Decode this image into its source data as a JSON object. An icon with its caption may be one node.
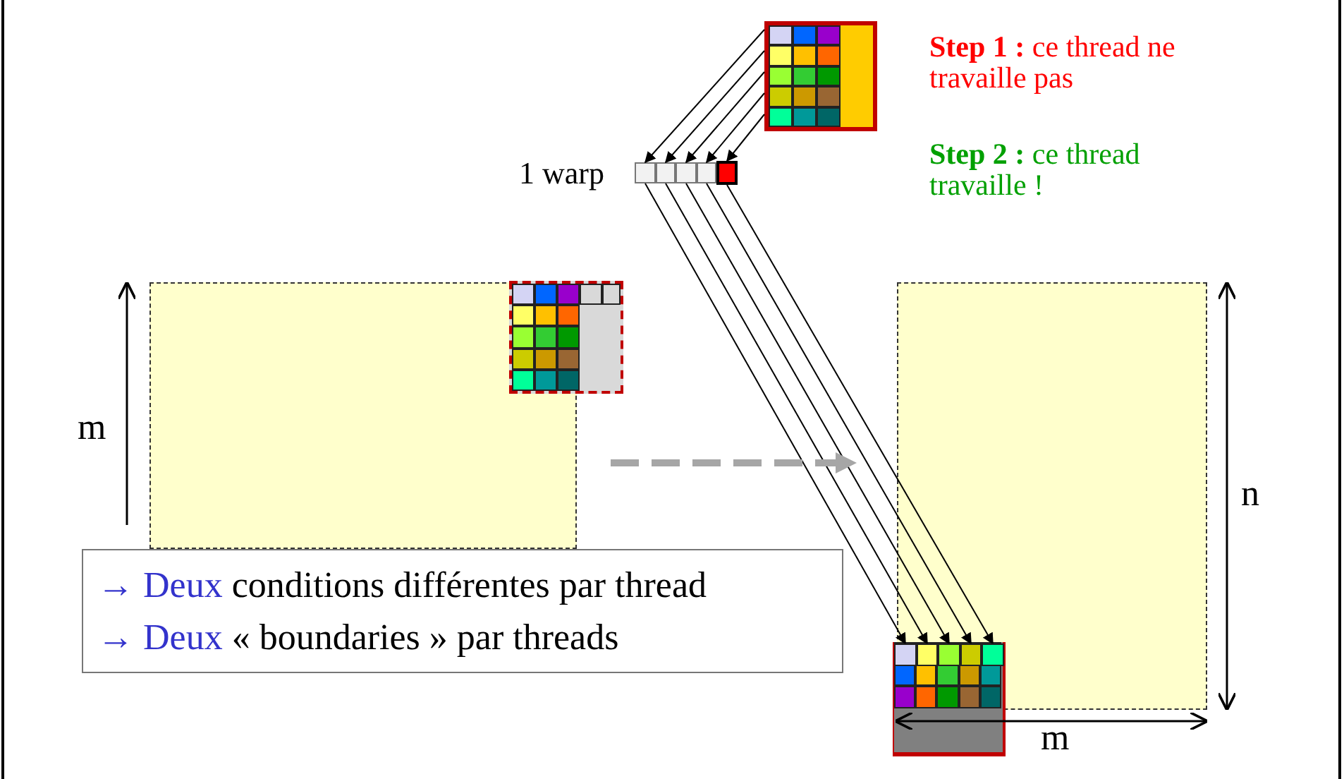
{
  "diagram": {
    "nodes": [
      {
        "text": [],
        "shape": "box"
      },
      {
        "text": [],
        "shape": "box"
      },
      {
        "text": [],
        "shape": "box"
      },
      {
        "text": [],
        "shape": "box"
      },
      {
        "text": [],
        "shape": "box"
      },
      {
        "text": [],
        "shape": "box"
      },
      {
        "text": [],
        "shape": "box"
      },
      {
        "text": [],
        "shape": "box"
      },
      {
        "text": [],
        "shape": "box"
      },
      {
        "text": [],
        "shape": "box",
        "in": 7
      },
      {
        "text": [],
        "shape": "box",
        "in": 7
      },
      {
        "text": [],
        "shape": "box",
        "in": 7
      },
      {
        "text": [],
        "shape": "box",
        "in": 7
      },
      {
        "text": [
          "→ Deux conditions différentes par thread",
          "→ Deux « boundaries » par threads"
        ]
      }
    ],
    "edges": [
      {
        "from": 0,
        "to": 1,
        "arrow": "to"
      },
      {
        "from": 0,
        "to": 2,
        "arrow": "to"
      },
      {
        "from": 0,
        "to": 3,
        "arrow": "to"
      },
      {
        "from": 0,
        "to": 4,
        "arrow": "to"
      },
      {
        "from": 0,
        "to": 5,
        "arrow": "to"
      },
      {
        "from": 1,
        "to": 8,
        "arrow": "to"
      },
      {
        "from": 2,
        "to": 9,
        "arrow": "to"
      },
      {
        "from": 3,
        "to": 10,
        "arrow": "to"
      },
      {
        "from": 4,
        "to": 11,
        "arrow": "to"
      },
      {
        "from": 5,
        "to": 12,
        "arrow": "to"
      },
      {
        "from": 6,
        "to": 7,
        "arrow": "to",
        "style": "dashed",
        "color": "#a6a6a6"
      }
    ],
    "labels": [
      "**Step 1 :** ce thread ne travaille pas",
      "**Step 2 :** ce thread travaille !",
      "1 warp",
      "m",
      "n",
      "m"
    ]
  }
}
